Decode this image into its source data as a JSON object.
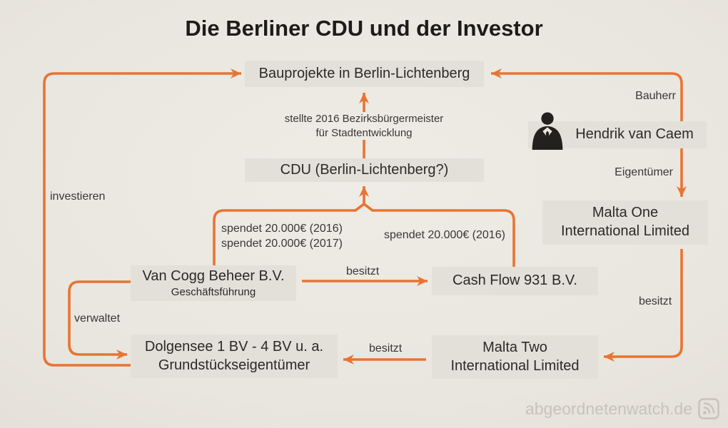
{
  "title": "Die Berliner CDU und der Investor",
  "colors": {
    "accent": "#e87432",
    "background": "#e8e5de",
    "node_fill": "#e3e0d9",
    "text": "#2b2a27",
    "watermark": "#c6c3bb"
  },
  "nodes": {
    "bauprojekte": {
      "label": "Bauprojekte in Berlin-Lichtenberg"
    },
    "hendrik": {
      "label": "Hendrik van Caem",
      "icon": "person-silhouette-icon"
    },
    "cdu": {
      "label": "CDU (Berlin-Lichtenberg?)"
    },
    "malta_one": {
      "line1": "Malta One",
      "line2": "International Limited"
    },
    "van_cogg": {
      "label": "Van Cogg Beheer B.V.",
      "sublabel": "Geschäftsführung"
    },
    "cash_flow": {
      "label": "Cash Flow 931 B.V."
    },
    "dolgensee": {
      "line1": "Dolgensee 1 BV - 4 BV u. a.",
      "line2": "Grundstückseigentümer"
    },
    "malta_two": {
      "line1": "Malta Two",
      "line2": "International Limited"
    }
  },
  "edges": {
    "investieren": "investieren",
    "bauherr": "Bauherr",
    "stellte_line1": "stellte 2016 Bezirksbürgermeister",
    "stellte_line2": "für Stadtentwicklung",
    "eigentuemer": "Eigentümer",
    "spendet_left_line1": "spendet 20.000€ (2016)",
    "spendet_left_line2": "spendet 20.000€ (2017)",
    "spendet_right": "spendet 20.000€ (2016)",
    "besitzt_mid": "besitzt",
    "verwaltet": "verwaltet",
    "besitzt_bottom": "besitzt",
    "besitzt_right": "besitzt"
  },
  "watermark": {
    "text": "abgeordnetenwatch.de",
    "icon": "abgeordnetenwatch-logo-icon"
  }
}
